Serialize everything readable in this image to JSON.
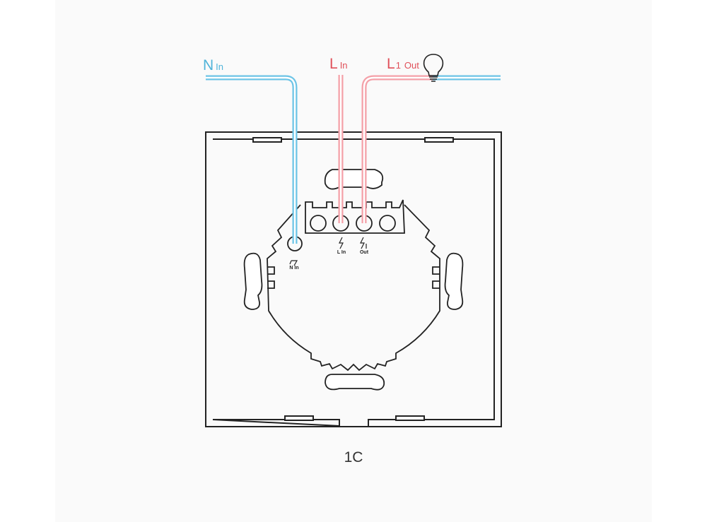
{
  "diagram": {
    "wire_labels": {
      "neutral_main": "N",
      "neutral_sub": "In",
      "line_main": "L",
      "line_sub": "In",
      "load_main": "L",
      "load_index": "1",
      "load_sub": "Out"
    },
    "terminal_labels": {
      "neutral": "N In",
      "line": "L In",
      "load": "Out"
    },
    "caption": "1C",
    "colors": {
      "neutral_wire": "#6cc4e6",
      "line_wire": "#f4a0a8",
      "label_blue": "#4fb3d9",
      "label_red": "#e0505a",
      "outline": "#222222"
    },
    "icons": [
      "bulb-icon",
      "lightning-icon"
    ]
  }
}
